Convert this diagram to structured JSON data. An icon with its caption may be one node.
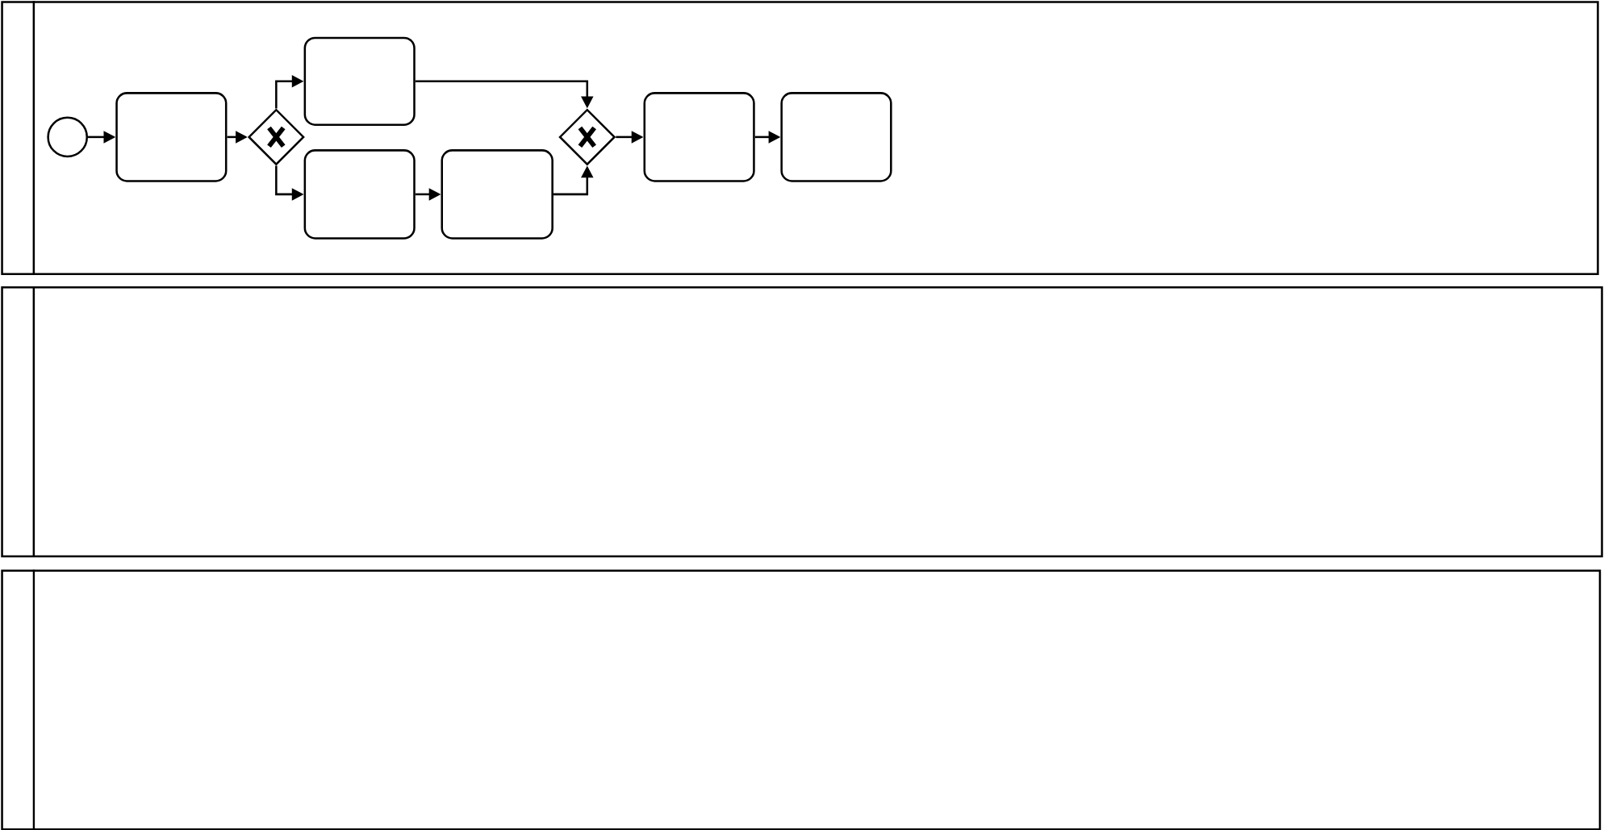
{
  "diagram": {
    "nodes": [
      {
        "text": [],
        "shape": "band"
      },
      {
        "text": [],
        "shape": "circle",
        "in": 0
      },
      {
        "text": [],
        "shape": "box",
        "in": 0
      },
      {
        "text": [],
        "shape": "diamond",
        "in": 0
      },
      {
        "text": [],
        "shape": "box",
        "in": 0
      },
      {
        "text": [],
        "shape": "box",
        "in": 0
      },
      {
        "text": [],
        "shape": "box",
        "in": 0
      },
      {
        "text": [],
        "shape": "diamond",
        "in": 0
      },
      {
        "text": [],
        "shape": "box",
        "in": 0
      },
      {
        "text": [],
        "shape": "box",
        "in": 0
      },
      {
        "text": [],
        "shape": "band"
      },
      {
        "text": [],
        "shape": "band"
      }
    ],
    "edges": [
      {
        "from": 1,
        "to": 2,
        "arrow": "to"
      },
      {
        "from": 2,
        "to": 3,
        "arrow": "to"
      },
      {
        "from": 3,
        "to": 4,
        "arrow": "to"
      },
      {
        "from": 3,
        "to": 5,
        "arrow": "to"
      },
      {
        "from": 4,
        "to": 7,
        "arrow": "to"
      },
      {
        "from": 5,
        "to": 6,
        "arrow": "to"
      },
      {
        "from": 6,
        "to": 7,
        "arrow": "to"
      },
      {
        "from": 7,
        "to": 8,
        "arrow": "to"
      },
      {
        "from": 8,
        "to": 9,
        "arrow": "to"
      }
    ]
  }
}
